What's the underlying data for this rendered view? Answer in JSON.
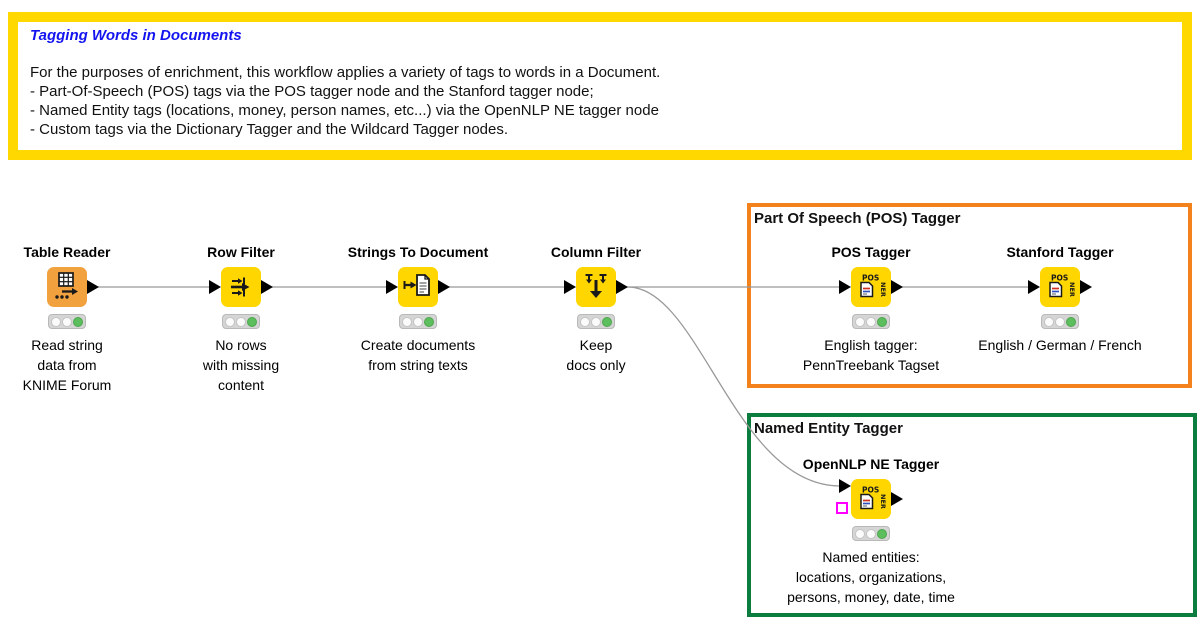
{
  "annotation": {
    "title": "Tagging Words in Documents",
    "body": "For the purposes of enrichment, this workflow applies a variety of tags to words in a Document.\n- Part-Of-Speech (POS) tags via the POS tagger node and the Stanford tagger node;\n- Named Entity tags (locations, money, person names, etc...) via the OpenNLP NE tagger node\n- Custom tags via the Dictionary Tagger and the Wildcard Tagger nodes."
  },
  "groups": {
    "pos": {
      "label": "Part Of Speech (POS) Tagger",
      "border_color": "#F3821D"
    },
    "ne": {
      "label": "Named Entity Tagger",
      "border_color": "#0B7D3E"
    }
  },
  "nodes": {
    "table_reader": {
      "title": "Table Reader",
      "desc": "Read string\ndata from\nKNIME Forum",
      "status": "executed"
    },
    "row_filter": {
      "title": "Row Filter",
      "desc": "No rows\nwith missing\ncontent",
      "status": "executed"
    },
    "strings_to_document": {
      "title": "Strings To Document",
      "desc": "Create documents\nfrom string texts",
      "status": "executed"
    },
    "column_filter": {
      "title": "Column Filter",
      "desc": "Keep\ndocs only",
      "status": "executed"
    },
    "pos_tagger": {
      "title": "POS Tagger",
      "desc": "English tagger:\nPennTreebank Tagset",
      "status": "executed"
    },
    "stanford_tagger": {
      "title": "Stanford Tagger",
      "desc": "English / German / French",
      "status": "executed"
    },
    "opennlp_ne_tagger": {
      "title": "OpenNLP NE Tagger",
      "desc": "Named entities:\nlocations, organizations,\npersons, money, date, time",
      "status": "executed"
    }
  },
  "colors": {
    "node_yellow": "#FFD600",
    "node_orange": "#F2A13F",
    "annotation_border": "#FFD800",
    "annotation_title_blue": "#1414F0",
    "status_green": "#5CBE5C",
    "wire_gray": "#999999",
    "optional_port_magenta": "#FF00FF"
  }
}
